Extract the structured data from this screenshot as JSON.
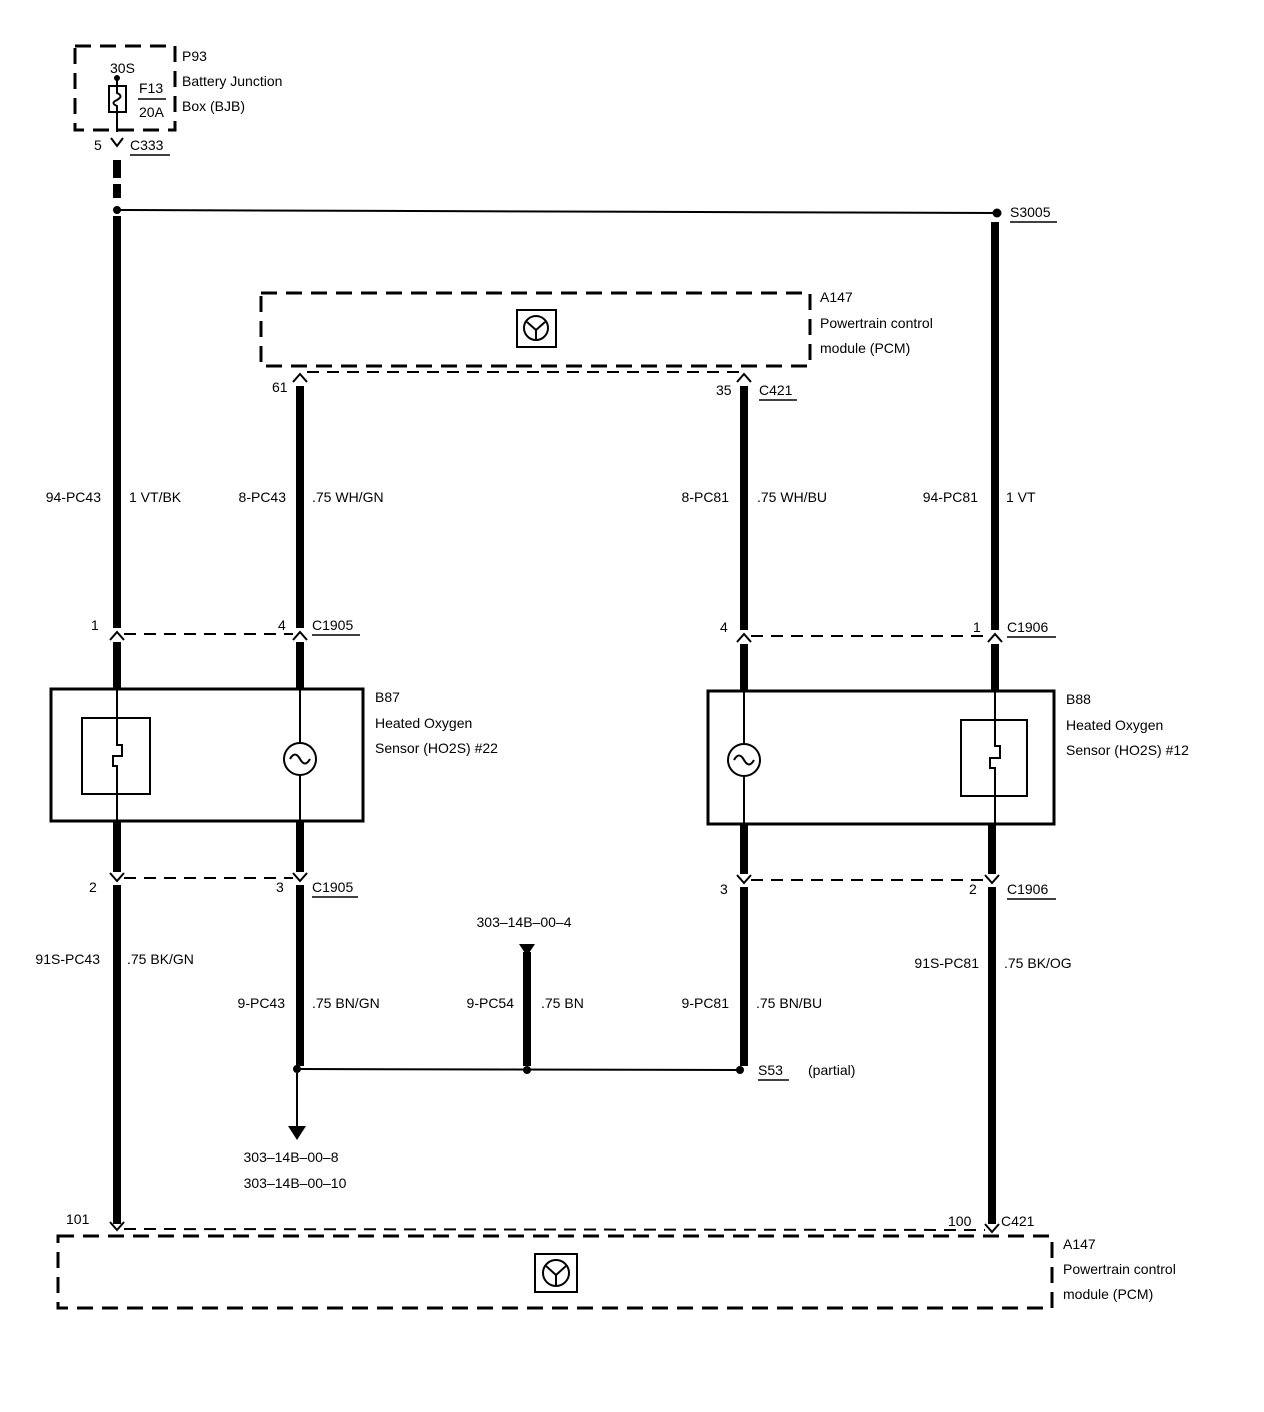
{
  "fuse_box": {
    "id": "P93",
    "name_line1": "Battery Junction",
    "name_line2": "Box (BJB)",
    "terminal": "30S",
    "fuse_id": "F13",
    "fuse_rating": "20A",
    "pin": "5",
    "connector": "C333"
  },
  "splice_top": {
    "id": "S3005"
  },
  "pcm_top": {
    "id": "A147",
    "name_line1": "Powertrain control",
    "name_line2": "module (PCM)",
    "pin_left": "61",
    "pin_right": "35",
    "connector": "C421"
  },
  "wires_upper": [
    {
      "circuit": "94-PC43",
      "spec": "1 VT/BK"
    },
    {
      "circuit": "8-PC43",
      "spec": ".75 WH/GN"
    },
    {
      "circuit": "8-PC81",
      "spec": ".75 WH/BU"
    },
    {
      "circuit": "94-PC81",
      "spec": "1 VT"
    }
  ],
  "connector_c1905_top": {
    "pin_a": "1",
    "pin_b": "4",
    "name": "C1905"
  },
  "connector_c1906_top": {
    "pin_a": "4",
    "pin_b": "1",
    "name": "C1906"
  },
  "sensor_left": {
    "id": "B87",
    "name_line1": "Heated Oxygen",
    "name_line2": "Sensor (HO2S) #22"
  },
  "sensor_right": {
    "id": "B88",
    "name_line1": "Heated Oxygen",
    "name_line2": "Sensor (HO2S) #12"
  },
  "connector_c1905_bottom": {
    "pin_a": "2",
    "pin_b": "3",
    "name": "C1905"
  },
  "connector_c1906_bottom": {
    "pin_a": "3",
    "pin_b": "2",
    "name": "C1906"
  },
  "wires_lower": [
    {
      "circuit": "91S-PC43",
      "spec": ".75 BK/GN"
    },
    {
      "circuit": "9-PC43",
      "spec": ".75 BN/GN"
    },
    {
      "circuit": "9-PC54",
      "spec": ".75 BN"
    },
    {
      "circuit": "9-PC81",
      "spec": ".75 BN/BU"
    },
    {
      "circuit": "91S-PC81",
      "spec": ".75 BK/OG"
    }
  ],
  "ref_top": "303–14B–00–4",
  "splice_bottom": {
    "id": "S53",
    "note": "(partial)"
  },
  "ref_bottom": [
    "303–14B–00–8",
    "303–14B–00–10"
  ],
  "pcm_bottom": {
    "id": "A147",
    "name_line1": "Powertrain control",
    "name_line2": "module (PCM)",
    "pin_left": "101",
    "pin_right": "100",
    "connector": "C421"
  }
}
